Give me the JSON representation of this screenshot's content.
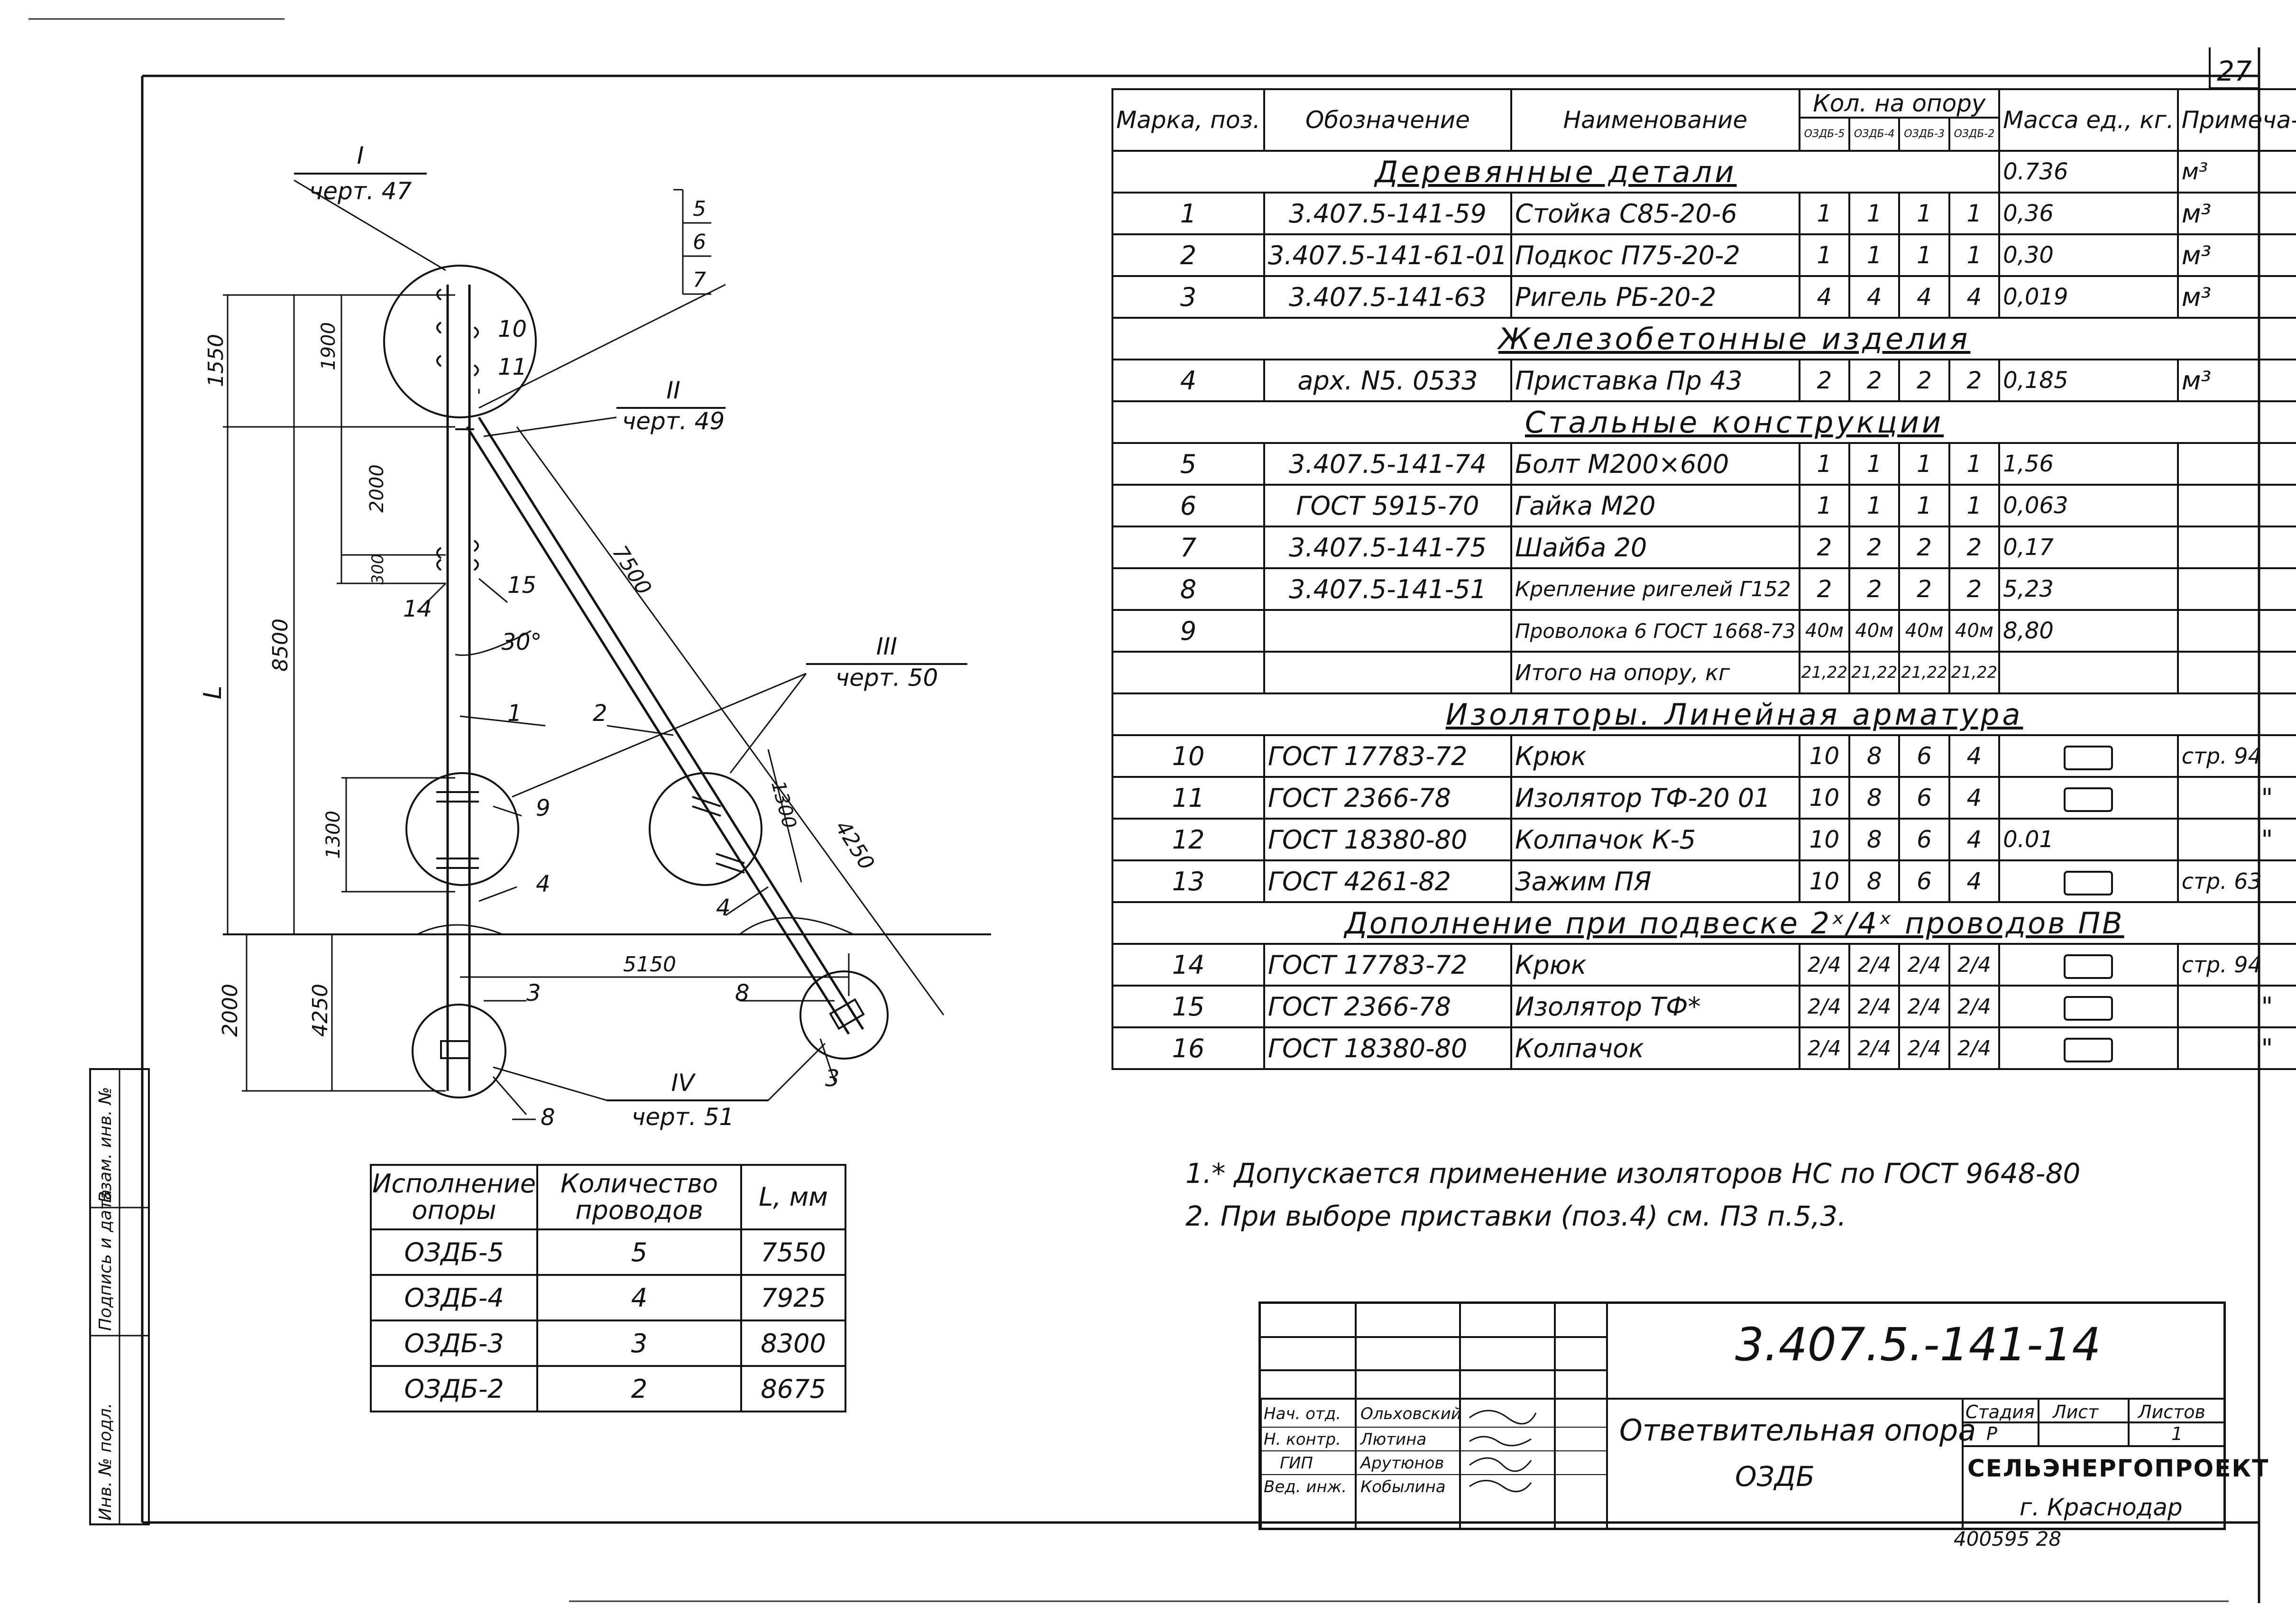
{
  "sheet_number": "27",
  "drawing": {
    "callouts": {
      "c1_num": "I",
      "c1_ref": "черт. 47",
      "c2_num": "II",
      "c2_ref": "черт. 49",
      "c3_num": "III",
      "c3_ref": "черт. 50",
      "c4_num": "IV",
      "c4_ref": "черт. 51"
    },
    "stack_labels": [
      "5",
      "6",
      "7"
    ],
    "dims": {
      "d1550": "1550",
      "d1900": "1900",
      "d2000": "2000",
      "d300": "300",
      "d8500": "8500",
      "dL": "L",
      "d1300a": "1300",
      "d7500": "7500",
      "d1300b": "1300",
      "d4250a": "4250",
      "d2000b": "2000",
      "d4250b": "4250",
      "d5150": "5150",
      "angle": "30°"
    },
    "pos": {
      "p1": "1",
      "p2": "2",
      "p3a": "3",
      "p3b": "3",
      "p4a": "4",
      "p4b": "4",
      "p8a": "8",
      "p8b": "8",
      "p9": "9",
      "p10": "10",
      "p11": "11",
      "p14": "14",
      "p15": "15"
    }
  },
  "spec": {
    "headers": {
      "mark": "Марка, поз.",
      "designation": "Обозначение",
      "name": "Наименование",
      "qty": "Кол. на опору",
      "mass": "Масса ед., кг.",
      "note": "Примеча- ние",
      "variants": [
        "ОЗДБ-5",
        "ОЗДБ-4",
        "ОЗДБ-3",
        "ОЗДБ-2"
      ]
    },
    "sec_wood": "Деревянные детали",
    "sec_wood_mass": "0.736",
    "sec_wood_unit": "м³",
    "sec_concrete": "Железобетонные изделия",
    "sec_steel": "Стальные конструкции",
    "sec_insul": "Изоляторы. Линейная арматура",
    "sec_add": "Дополнение при подвеске 2ˣ/4ˣ проводов ПВ",
    "rows": [
      {
        "pos": "1",
        "des": "3.407.5-141-59",
        "name": "Стойка С85-20-6",
        "q": [
          "1",
          "1",
          "1",
          "1"
        ],
        "mass": "0,36",
        "note": "м³"
      },
      {
        "pos": "2",
        "des": "3.407.5-141-61-01",
        "name": "Подкос П75-20-2",
        "q": [
          "1",
          "1",
          "1",
          "1"
        ],
        "mass": "0,30",
        "note": "м³"
      },
      {
        "pos": "3",
        "des": "3.407.5-141-63",
        "name": "Ригель РБ-20-2",
        "q": [
          "4",
          "4",
          "4",
          "4"
        ],
        "mass": "0,019",
        "note": "м³"
      },
      {
        "pos": "4",
        "des": "арх. N5. 0533",
        "name": "Приставка Пр 43",
        "q": [
          "2",
          "2",
          "2",
          "2"
        ],
        "mass": "0,185",
        "note": "м³"
      },
      {
        "pos": "5",
        "des": "3.407.5-141-74",
        "name": "Болт М200×600",
        "q": [
          "1",
          "1",
          "1",
          "1"
        ],
        "mass": "1,56",
        "note": ""
      },
      {
        "pos": "6",
        "des": "ГОСТ 5915-70",
        "name": "Гайка М20",
        "q": [
          "1",
          "1",
          "1",
          "1"
        ],
        "mass": "0,063",
        "note": ""
      },
      {
        "pos": "7",
        "des": "3.407.5-141-75",
        "name": "Шайба 20",
        "q": [
          "2",
          "2",
          "2",
          "2"
        ],
        "mass": "0,17",
        "note": ""
      },
      {
        "pos": "8",
        "des": "3.407.5-141-51",
        "name": "Крепление ригелей Г152",
        "q": [
          "2",
          "2",
          "2",
          "2"
        ],
        "mass": "5,23",
        "note": ""
      },
      {
        "pos": "9",
        "des": "",
        "name": "Проволока 6 ГОСТ 1668-73",
        "q": [
          "40м",
          "40м",
          "40м",
          "40м"
        ],
        "mass": "8,80",
        "note": ""
      },
      {
        "pos": "",
        "des": "",
        "name": "Итого на опору, кг",
        "q": [
          "21,22",
          "21,22",
          "21,22",
          "21,22"
        ],
        "mass": "",
        "note": ""
      },
      {
        "pos": "10",
        "des": "ГОСТ 17783-72",
        "name": "Крюк",
        "q": [
          "10",
          "8",
          "6",
          "4"
        ],
        "mass": "",
        "note": "стр. 94"
      },
      {
        "pos": "11",
        "des": "ГОСТ 2366-78",
        "name": "Изолятор ТФ-20 01",
        "q": [
          "10",
          "8",
          "6",
          "4"
        ],
        "mass": "",
        "note": "\""
      },
      {
        "pos": "12",
        "des": "ГОСТ 18380-80",
        "name": "Колпачок К-5",
        "q": [
          "10",
          "8",
          "6",
          "4"
        ],
        "mass": "0.01",
        "note": "\""
      },
      {
        "pos": "13",
        "des": "ГОСТ 4261-82",
        "name": "Зажим ПЯ",
        "q": [
          "10",
          "8",
          "6",
          "4"
        ],
        "mass": "",
        "note": "стр. 63"
      },
      {
        "pos": "14",
        "des": "ГОСТ 17783-72",
        "name": "Крюк",
        "q": [
          "2/4",
          "2/4",
          "2/4",
          "2/4"
        ],
        "mass": "",
        "note": "стр. 94"
      },
      {
        "pos": "15",
        "des": "ГОСТ 2366-78",
        "name": "Изолятор ТФ*",
        "q": [
          "2/4",
          "2/4",
          "2/4",
          "2/4"
        ],
        "mass": "",
        "note": "\""
      },
      {
        "pos": "16",
        "des": "ГОСТ 18380-80",
        "name": "Колпачок",
        "q": [
          "2/4",
          "2/4",
          "2/4",
          "2/4"
        ],
        "mass": "",
        "note": "\""
      }
    ]
  },
  "exec_table": {
    "h1": "Исполнение опоры",
    "h2": "Количество проводов",
    "h3": "L, мм",
    "rows": [
      {
        "v": "ОЗДБ-5",
        "n": "5",
        "l": "7550"
      },
      {
        "v": "ОЗДБ-4",
        "n": "4",
        "l": "7925"
      },
      {
        "v": "ОЗДБ-3",
        "n": "3",
        "l": "8300"
      },
      {
        "v": "ОЗДБ-2",
        "n": "2",
        "l": "8675"
      }
    ]
  },
  "notes": [
    "1.* Допускается применение изоляторов НС по ГОСТ 9648-80",
    "2. При выборе приставки (поз.4) см. ПЗ п.5,3."
  ],
  "title_block": {
    "code": "3.407.5.-141-14",
    "title_line1": "Ответвительная опора",
    "title_line2": "ОЗДБ",
    "stage_h": "Стадия",
    "sheet_h": "Лист",
    "sheets_h": "Листов",
    "stage": "Р",
    "sheet": "",
    "sheets": "1",
    "org": "СЕЛЬЭНЕРГОПРОЕКТ",
    "city": "г. Краснодар",
    "roles": [
      "Нач. отд.",
      "Н. контр.",
      "ГИП",
      "Вед. инж."
    ],
    "names": [
      "Ольховский",
      "Лютина",
      "Арутюнов",
      "Кобылина"
    ]
  },
  "stamp_number": "400595 28",
  "left_strip": [
    "Инв. № подл.",
    "Подпись и дата",
    "Взам. инв. №"
  ]
}
